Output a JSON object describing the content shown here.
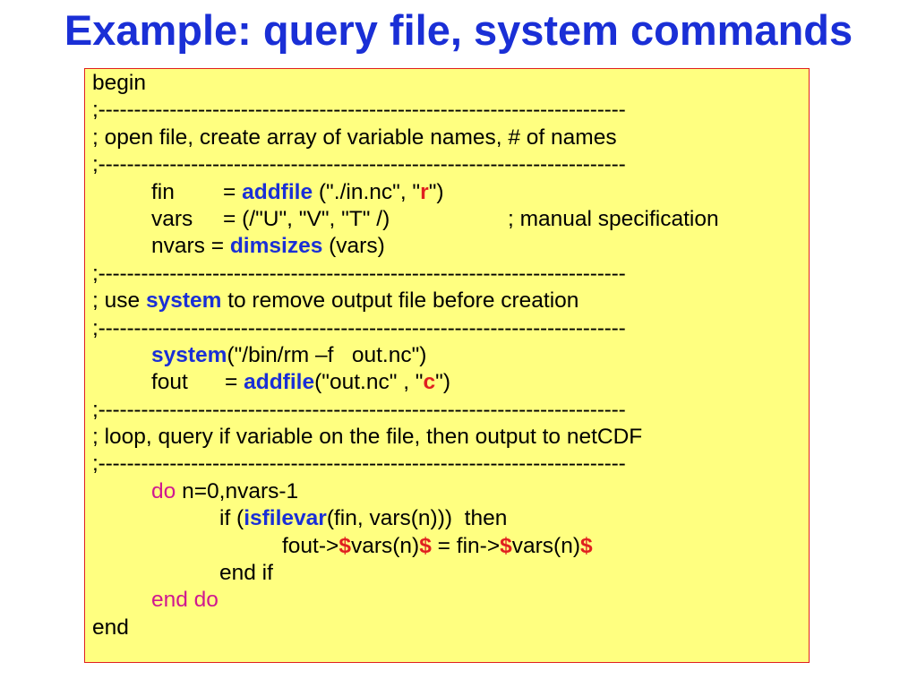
{
  "title": "Example: query file, system commands",
  "code": {
    "begin": "begin",
    "separator": ";--------------------------------------------------------------------------",
    "comment_open": "; open file, create array of variable names, # of names",
    "fin_var": "fin",
    "fin_eq": "= ",
    "fn_addfile": "addfile",
    "fin_args_pre": " (\"./in.nc\", \"",
    "mode_r": "r",
    "fin_args_post": "\")",
    "vars_var": "vars",
    "vars_assign": "= (/\"U\", \"V\", \"T\" /)",
    "vars_comment": "; manual specification",
    "nvars_var": "nvars = ",
    "fn_dimsizes": "dimsizes",
    "nvars_args": " (vars)",
    "comment_use": "; use ",
    "kw_system": "system",
    "comment_use_rest": " to remove output file before creation",
    "system_call": "system",
    "system_args": "(\"/bin/rm –f   out.nc\")",
    "fout_var": "fout",
    "fout_eq": "= ",
    "fn_addfile2": "addfile",
    "fout_args_pre": "(\"out.nc\" , \"",
    "mode_c": "c",
    "fout_args_post": "\")",
    "comment_loop": "; loop, query if variable on the file, then output to netCDF",
    "kw_do": "do",
    "do_range": " n=0,nvars-1",
    "if_pre": "if (",
    "fn_isfilevar": "isfilevar",
    "if_post": "(fin, vars(n)))  then",
    "assign_a": "fout->",
    "dollar": "$",
    "assign_b": "vars(n)",
    "assign_c": " = fin->",
    "end_if": "end if",
    "end_do": "end do",
    "end": "end"
  }
}
